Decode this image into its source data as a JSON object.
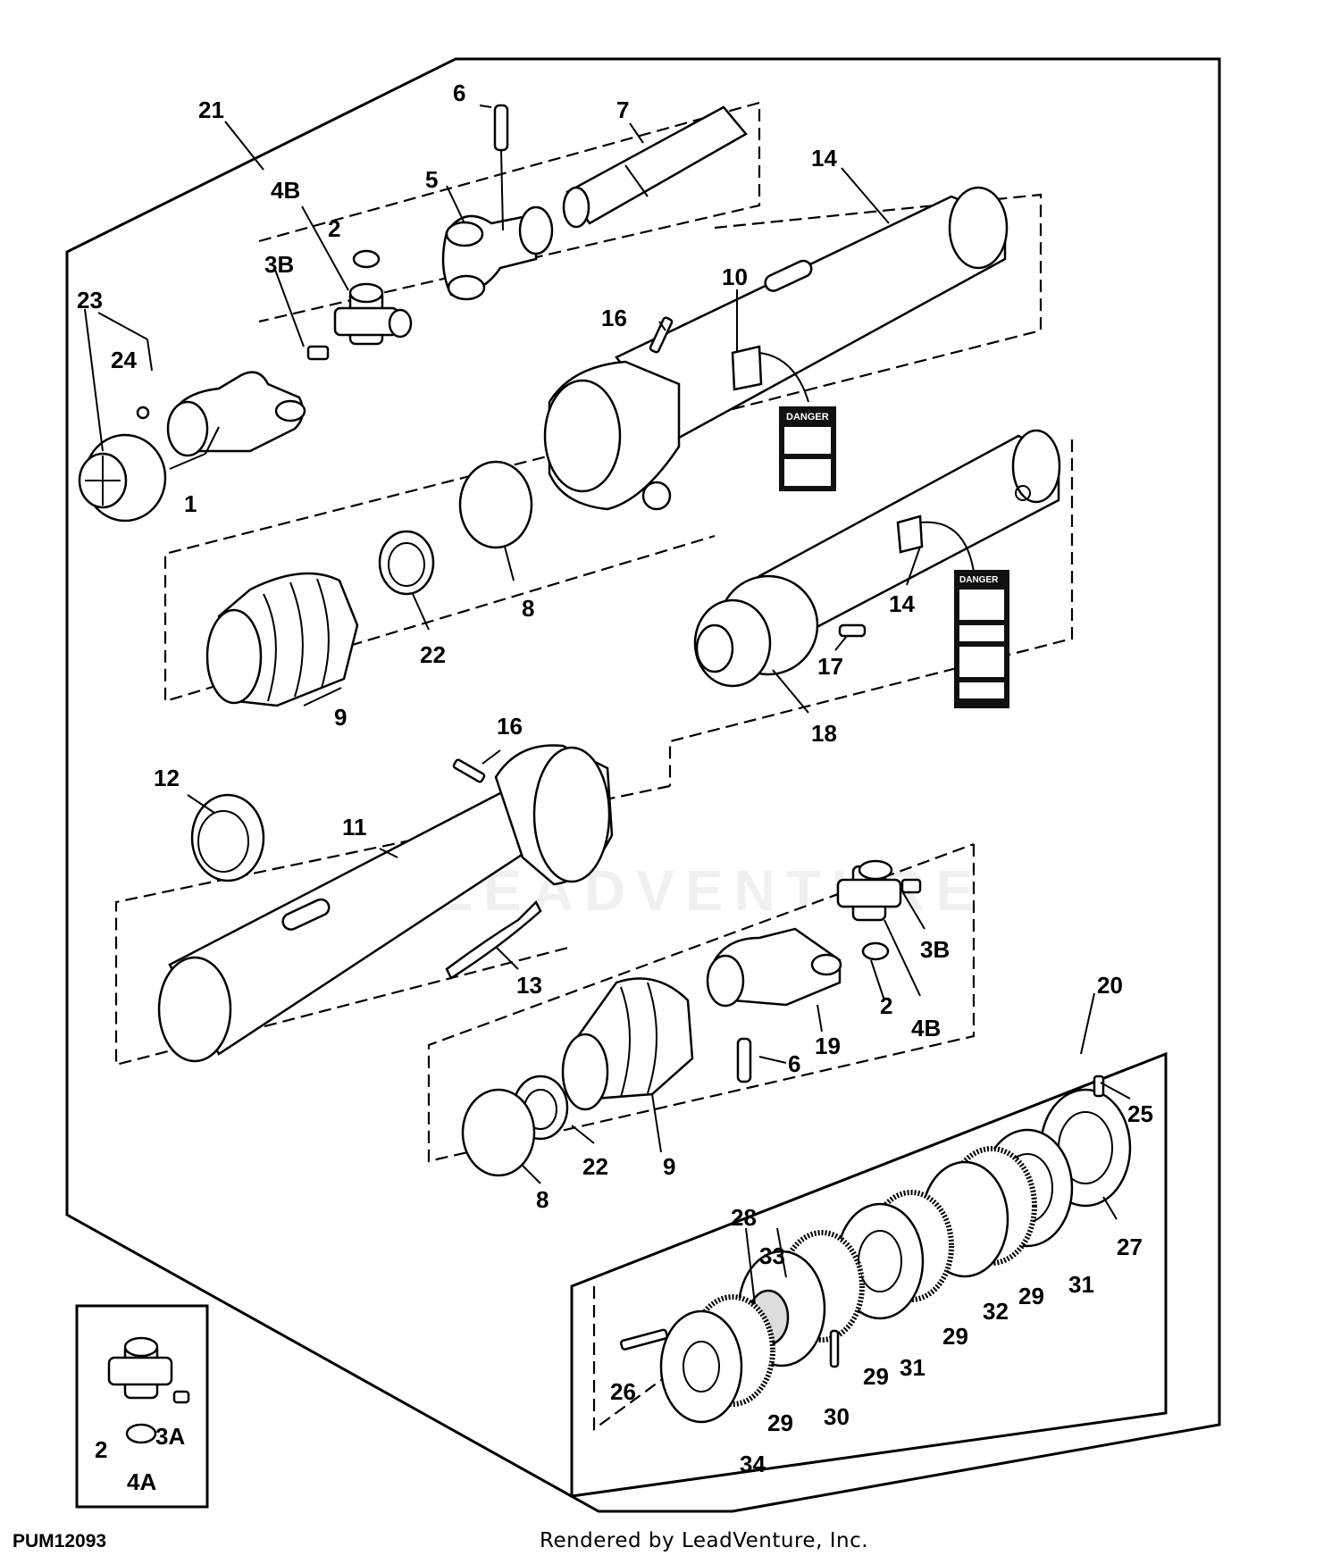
{
  "diagram_id": "PUM12093",
  "credit": "Rendered by LeadVenture, Inc.",
  "watermark": "LEADVENTURE",
  "decal_heading": "DANGER",
  "callouts": {
    "c21": "21",
    "c6a": "6",
    "c7": "7",
    "c4Ba": "4B",
    "c5": "5",
    "c14a": "14",
    "c2a": "2",
    "c3Ba": "3B",
    "c23": "23",
    "c10": "10",
    "c16a": "16",
    "c24": "24",
    "c1": "1",
    "c8a": "8",
    "c22a": "22",
    "c9a": "9",
    "c14b": "14",
    "c17": "17",
    "c18": "18",
    "c16b": "16",
    "c12": "12",
    "c11": "11",
    "c13": "13",
    "c3Bb": "3B",
    "c2b": "2",
    "c4Bb": "4B",
    "c19": "19",
    "c6b": "6",
    "c20": "20",
    "c25": "25",
    "c22b": "22",
    "c9b": "9",
    "c8b": "8",
    "c27": "27",
    "c28": "28",
    "c33": "33",
    "c31a": "31",
    "c29a": "29",
    "c32": "32",
    "c29b": "29",
    "c31b": "31",
    "c29c": "29",
    "c26": "26",
    "c30": "30",
    "c29d": "29",
    "c34": "34",
    "c3A": "3A",
    "c2c": "2",
    "c4A": "4A"
  }
}
